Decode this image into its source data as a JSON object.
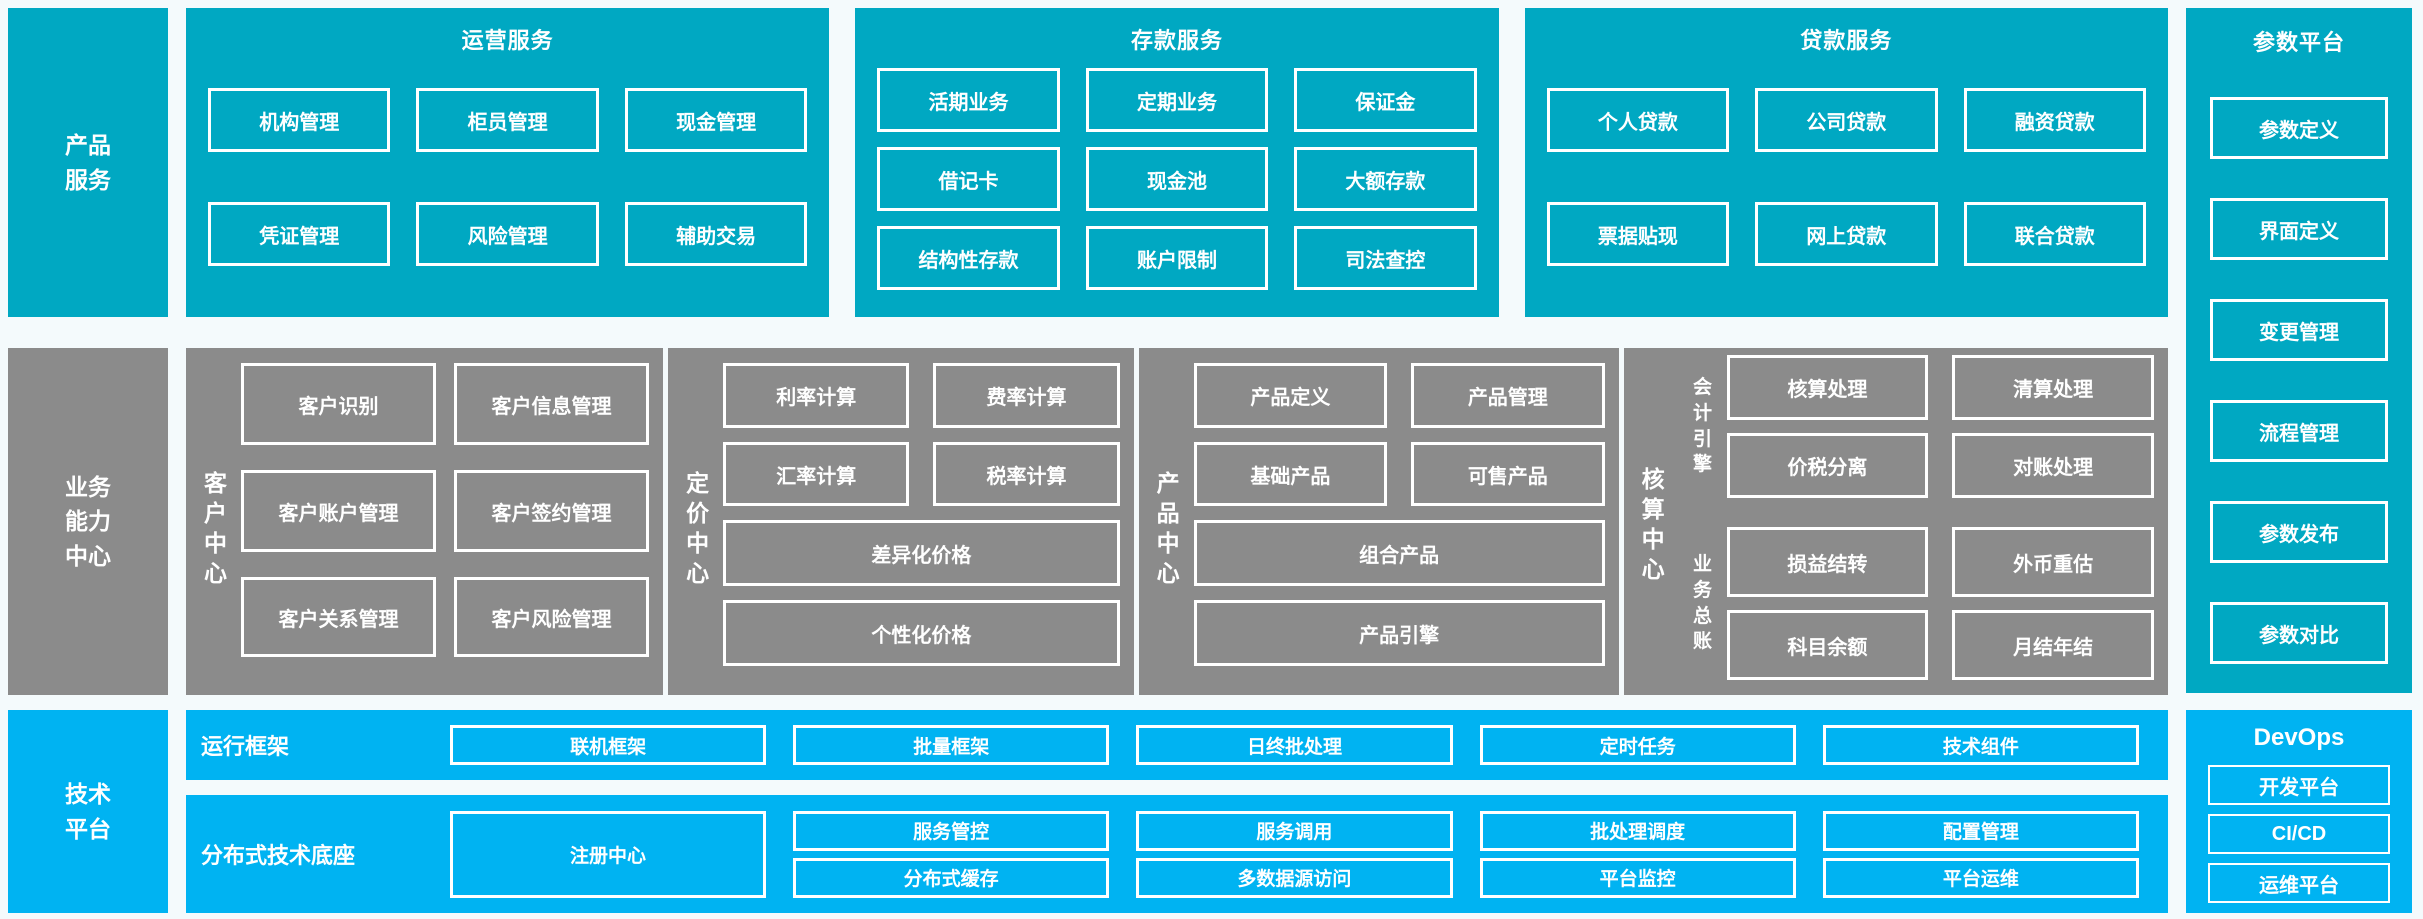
{
  "palette": {
    "teal": "#00a8c2",
    "gray": "#8b8b8b",
    "blue": "#00b3f2",
    "background": "#f4fafc",
    "text": "#ffffff"
  },
  "rail": {
    "product": "产品\n服务",
    "capability": "业务\n能力\n中心",
    "tech": "技术\n平台"
  },
  "operations": {
    "title": "运营服务",
    "items": [
      "机构管理",
      "柜员管理",
      "现金管理",
      "凭证管理",
      "风险管理",
      "辅助交易"
    ]
  },
  "deposit": {
    "title": "存款服务",
    "items": [
      "活期业务",
      "定期业务",
      "保证金",
      "借记卡",
      "现金池",
      "大额存款",
      "结构性存款",
      "账户限制",
      "司法查控"
    ]
  },
  "loan": {
    "title": "贷款服务",
    "items": [
      "个人贷款",
      "公司贷款",
      "融资贷款",
      "票据贴现",
      "网上贷款",
      "联合贷款"
    ]
  },
  "parameter_platform": {
    "title": "参数平台",
    "items": [
      "参数定义",
      "界面定义",
      "变更管理",
      "流程管理",
      "参数发布",
      "参数对比"
    ]
  },
  "customer_center": {
    "label": "客\n户\n中\n心",
    "items": [
      "客户识别",
      "客户信息管理",
      "客户账户管理",
      "客户签约管理",
      "客户关系管理",
      "客户风险管理"
    ]
  },
  "pricing_center": {
    "label": "定\n价\n中\n心",
    "items": [
      "利率计算",
      "费率计算",
      "汇率计算",
      "税率计算"
    ],
    "wide_items": [
      "差异化价格",
      "个性化价格"
    ]
  },
  "product_center": {
    "label": "产\n品\n中\n心",
    "items": [
      "产品定义",
      "产品管理",
      "基础产品",
      "可售产品"
    ],
    "wide_items": [
      "组合产品",
      "产品引擎"
    ]
  },
  "accounting_center": {
    "label": "核\n算\n中\n心",
    "groups": [
      {
        "label": "会\n计\n引\n擎",
        "items": [
          "核算处理",
          "清算处理",
          "价税分离",
          "对账处理"
        ]
      },
      {
        "label": "业\n务\n总\n账",
        "items": [
          "损益结转",
          "外币重估",
          "科目余额",
          "月结年结"
        ]
      }
    ]
  },
  "runtime_framework": {
    "label": "运行框架",
    "items": [
      "联机框架",
      "批量框架",
      "日终批处理",
      "定时任务",
      "技术组件"
    ]
  },
  "distributed_base": {
    "label": "分布式技术底座",
    "registry": "注册中心",
    "items": [
      "服务管控",
      "服务调用",
      "批处理调度",
      "配置管理",
      "分布式缓存",
      "多数据源访问",
      "平台监控",
      "平台运维"
    ]
  },
  "devops": {
    "title": "DevOps",
    "items": [
      "开发平台",
      "CI/CD",
      "运维平台"
    ]
  }
}
